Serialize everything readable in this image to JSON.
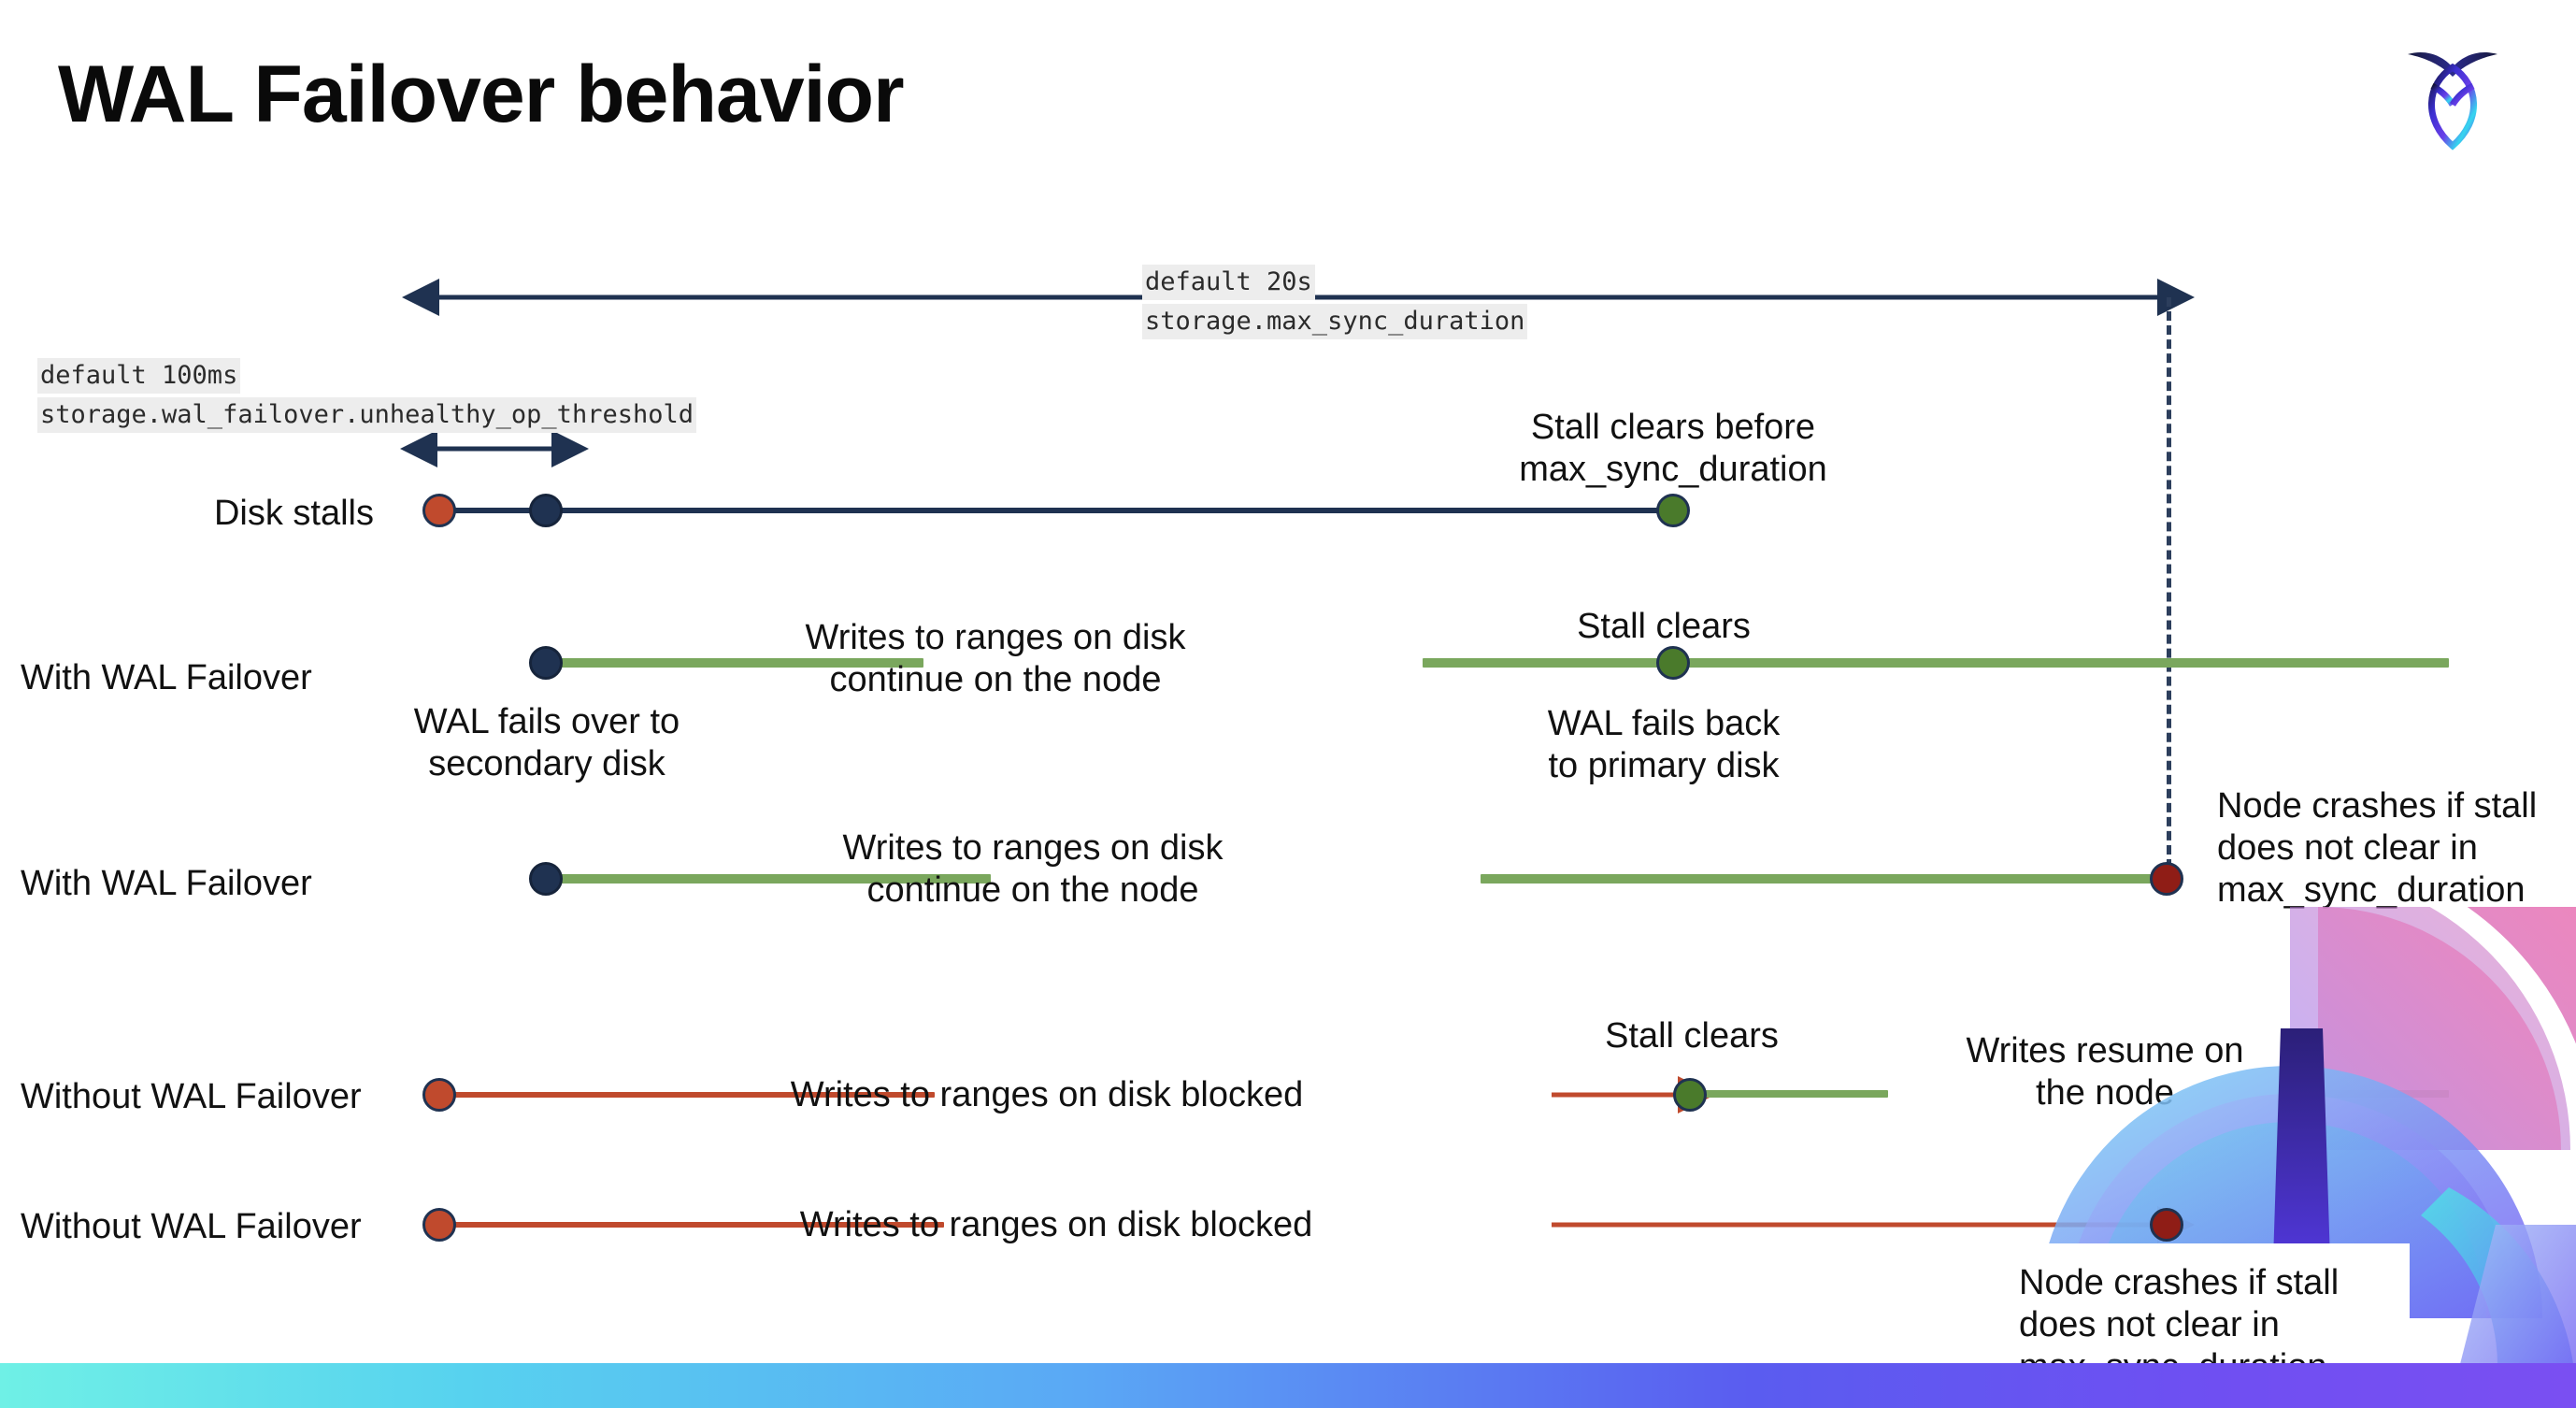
{
  "slide": {
    "title": "WAL Failover behavior",
    "logo_icon": "cockroachdb-logo-icon"
  },
  "settings": {
    "max_sync_duration": {
      "default_label": "default 20s",
      "setting_name": "storage.max_sync_duration"
    },
    "unhealthy_op_threshold": {
      "default_label": "default 100ms",
      "setting_name": "storage.wal_failover.unhealthy_op_threshold"
    }
  },
  "rows": [
    {
      "id": "disk-stalls",
      "label": "Disk stalls",
      "annotations": [
        {
          "id": "stall-clears-before",
          "text_line1": "Stall clears before",
          "text_line2": "max_sync_duration"
        }
      ]
    },
    {
      "id": "with-wal-failover-clears",
      "label": "With WAL Failover",
      "annotations": [
        {
          "id": "writes-continue",
          "text_line1": "Writes to ranges on disk",
          "text_line2": "continue on the node"
        },
        {
          "id": "wal-fails-over",
          "text_line1": "WAL fails over to",
          "text_line2": "secondary disk"
        },
        {
          "id": "stall-clears",
          "text_line1": "Stall clears",
          "text_line2": ""
        },
        {
          "id": "wal-fails-back",
          "text_line1": "WAL fails  back",
          "text_line2": "to primary disk"
        }
      ]
    },
    {
      "id": "with-wal-failover-crash",
      "label": "With WAL Failover",
      "annotations": [
        {
          "id": "writes-continue-2",
          "text_line1": "Writes to ranges on disk",
          "text_line2": "continue on the node"
        },
        {
          "id": "node-crashes-1",
          "text_line1": "Node crashes if stall",
          "text_line2": "does not clear in",
          "text_line3": "max_sync_duration"
        }
      ]
    },
    {
      "id": "without-wal-failover-clears",
      "label": "Without WAL Failover",
      "annotations": [
        {
          "id": "writes-blocked",
          "text_line1": "Writes to ranges on disk  blocked",
          "text_line2": ""
        },
        {
          "id": "stall-clears-2",
          "text_line1": "Stall clears",
          "text_line2": ""
        },
        {
          "id": "writes-resume",
          "text_line1": "Writes resume on",
          "text_line2": "the node"
        }
      ]
    },
    {
      "id": "without-wal-failover-crash",
      "label": "Without WAL Failover",
      "annotations": [
        {
          "id": "writes-blocked-2",
          "text_line1": "Writes to ranges on disk  blocked",
          "text_line2": ""
        },
        {
          "id": "node-crashes-2",
          "text_line1": "Node crashes if stall",
          "text_line2": "does not clear in",
          "text_line3": "max_sync_duration"
        }
      ]
    }
  ],
  "colors": {
    "navy": "#1f3251",
    "green_line": "#7aa75d",
    "green_dot": "#4a7a2b",
    "orange": "#c04a2d",
    "dark_red": "#8f1d16",
    "code_bg": "#ededed"
  }
}
